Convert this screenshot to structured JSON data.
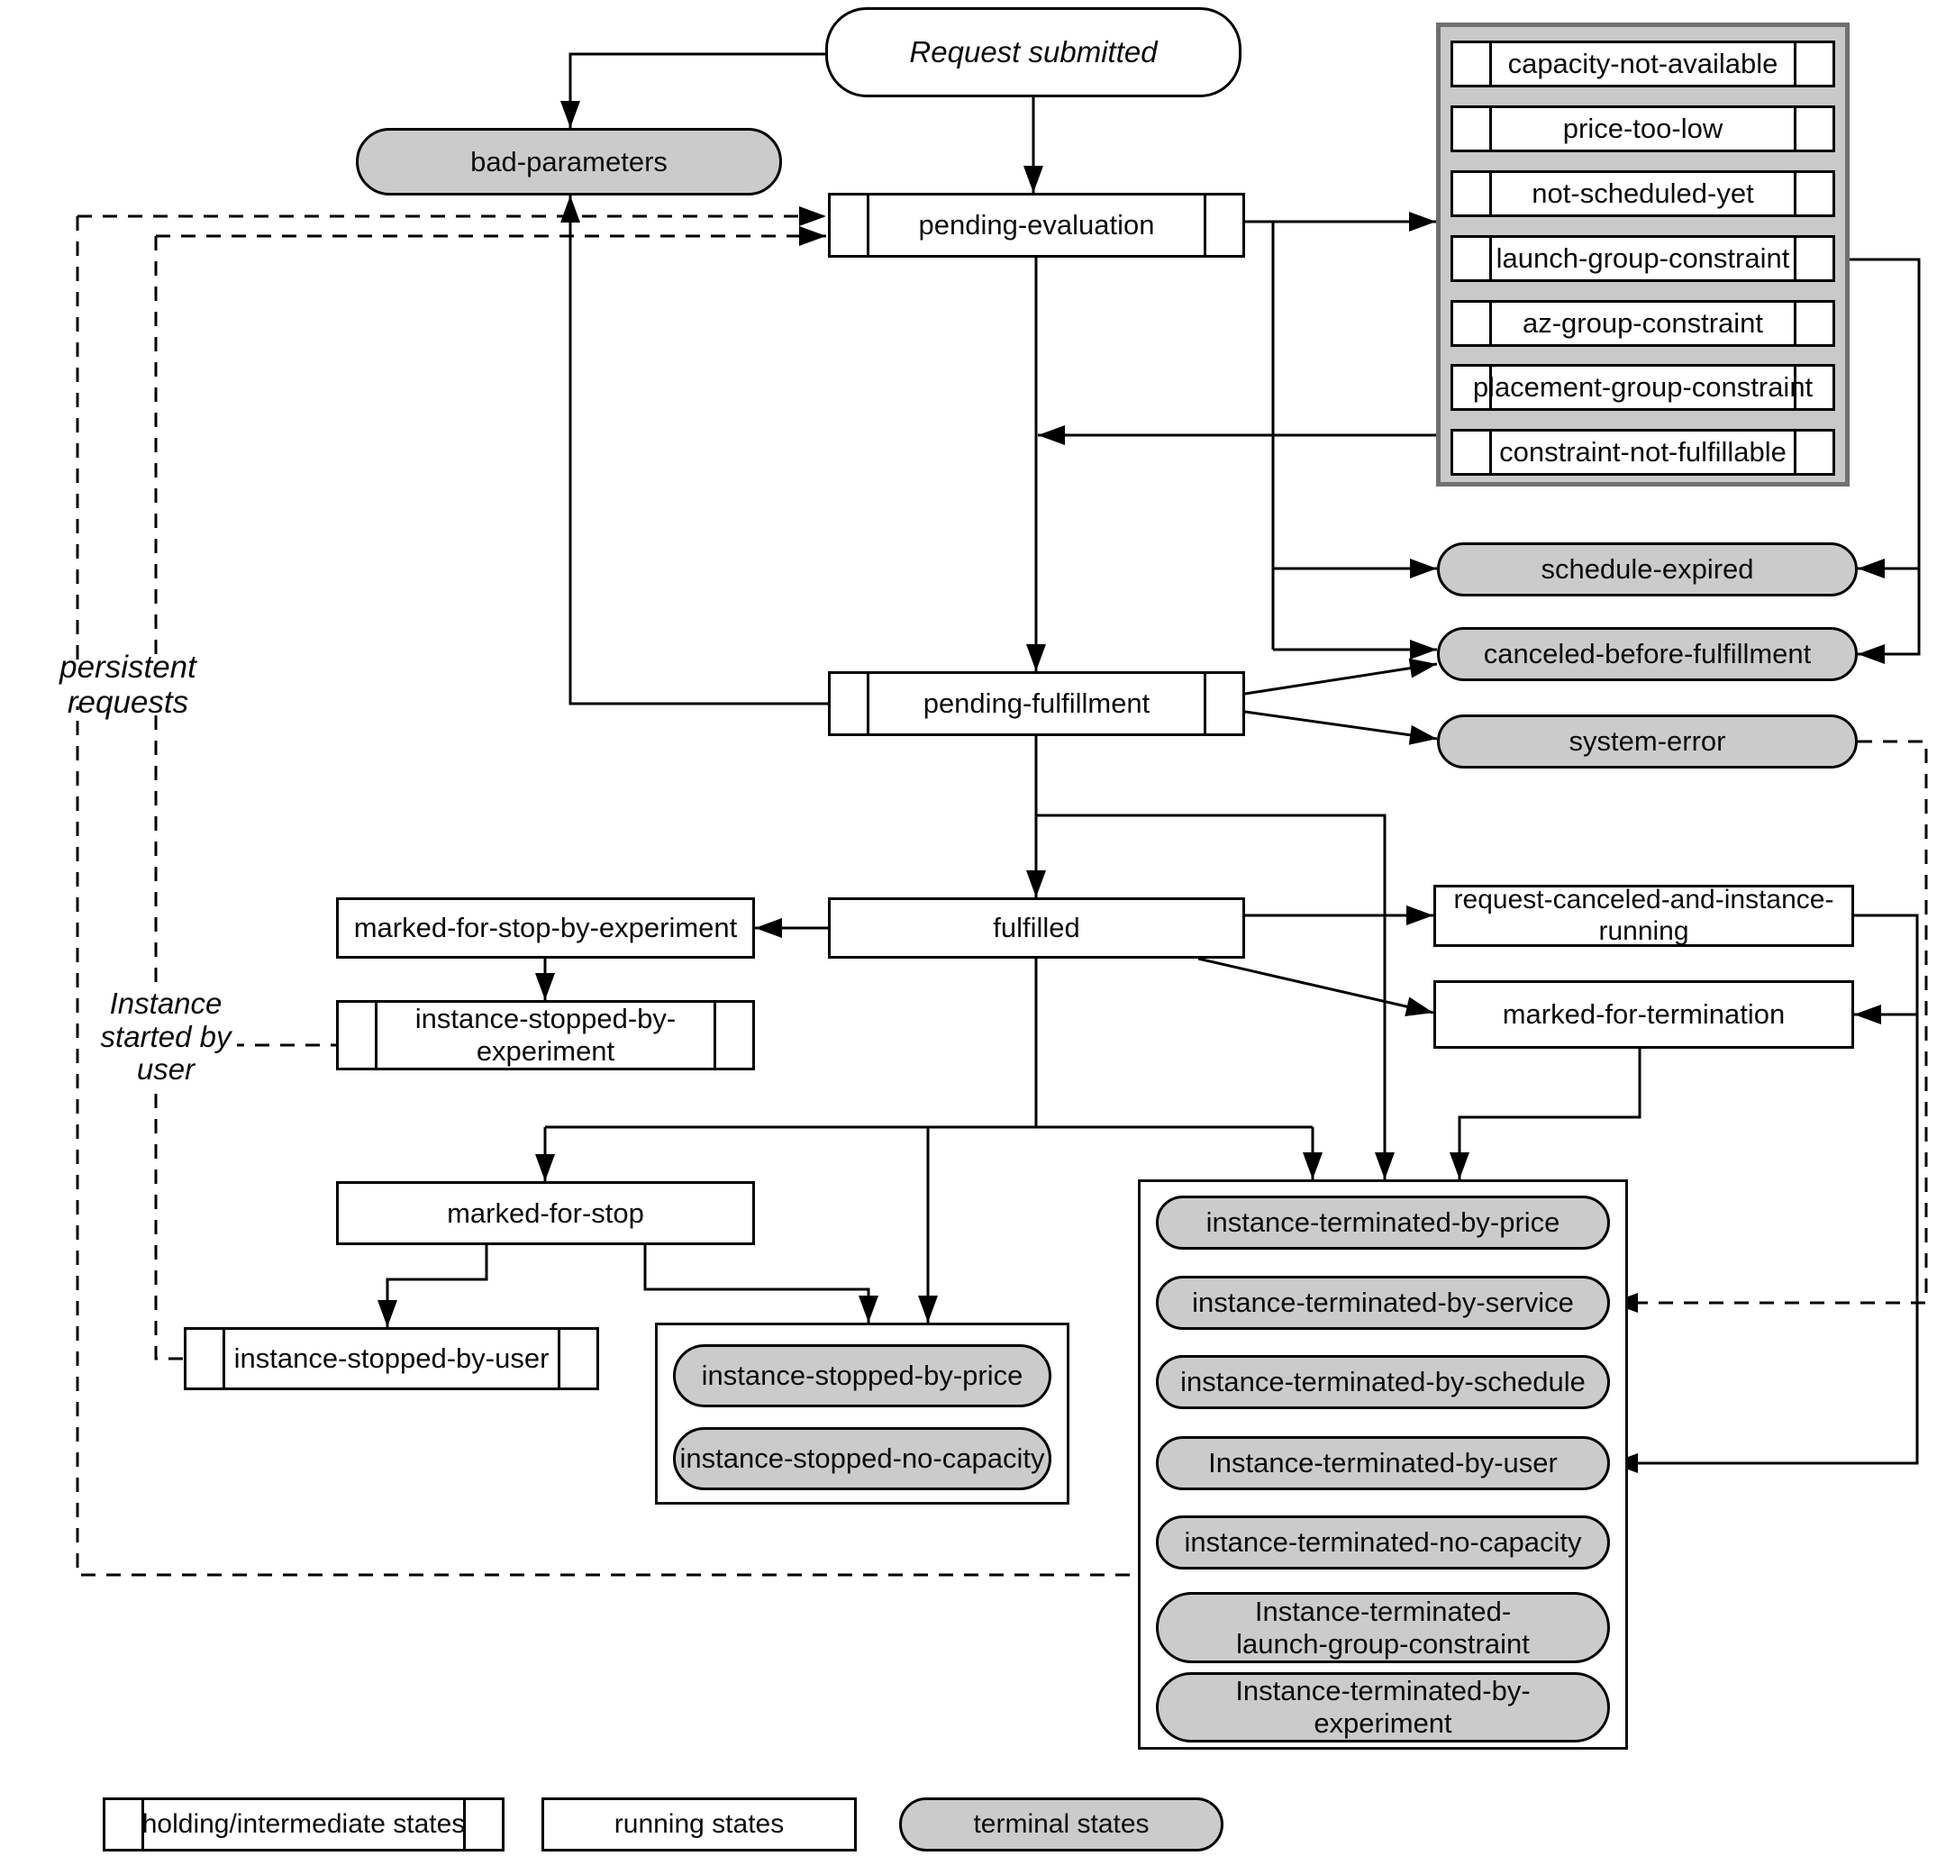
{
  "labels": {
    "start": "Request submitted",
    "persistent": "persistent requests",
    "instance_started": "Instance started by user"
  },
  "states": {
    "bad_parameters": "bad-parameters",
    "pending_evaluation": "pending-evaluation",
    "pending_fulfillment": "pending-fulfillment",
    "schedule_expired": "schedule-expired",
    "canceled_before_fulfillment": "canceled-before-fulfillment",
    "system_error": "system-error",
    "fulfilled": "fulfilled",
    "marked_for_stop_by_experiment": "marked-for-stop-by-experiment",
    "instance_stopped_by_experiment": "instance-stopped-by-experiment",
    "request_canceled_and_instance_running": "request-canceled-and-instance-running",
    "marked_for_termination": "marked-for-termination",
    "marked_for_stop": "marked-for-stop",
    "instance_stopped_by_user": "instance-stopped-by-user"
  },
  "holding_panel": [
    "capacity-not-available",
    "price-too-low",
    "not-scheduled-yet",
    "launch-group-constraint",
    "az-group-constraint",
    "placement-group-constraint",
    "constraint-not-fulfillable"
  ],
  "stopped_group": [
    "instance-stopped-by-price",
    "instance-stopped-no-capacity"
  ],
  "terminal_group": [
    "instance-terminated-by-price",
    "instance-terminated-by-service",
    "instance-terminated-by-schedule",
    "Instance-terminated-by-user",
    "instance-terminated-no-capacity",
    "Instance-terminated-launch-group-constraint",
    "Instance-terminated-by-experiment"
  ],
  "legend": {
    "holding": "holding/intermediate states",
    "running": "running states",
    "terminal": "terminal states"
  },
  "colors": {
    "terminal_fill": "#cbcbcb",
    "panel_fill": "#c9c9c9",
    "panel_border": "#707070",
    "line": "#000000",
    "background": "#ffffff"
  }
}
